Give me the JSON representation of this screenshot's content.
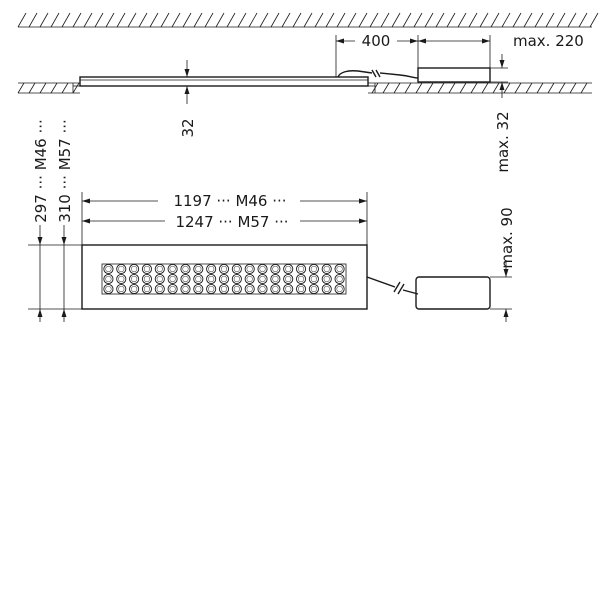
{
  "side_view": {
    "dim_cable_length": "400",
    "dim_max_distance": "max. 220",
    "dim_panel_height": "32",
    "dim_driver_height": "max. 32"
  },
  "top_view": {
    "dim_length_m46": "1197 ··· M46 ···",
    "dim_length_m57": "1247 ··· M57 ···",
    "dim_width_m46": "297 ··· M46 ···",
    "dim_width_m57": "310 ··· M57 ···",
    "dim_driver_width": "max. 90"
  },
  "grid": {
    "rows": 3,
    "cols": 19
  }
}
